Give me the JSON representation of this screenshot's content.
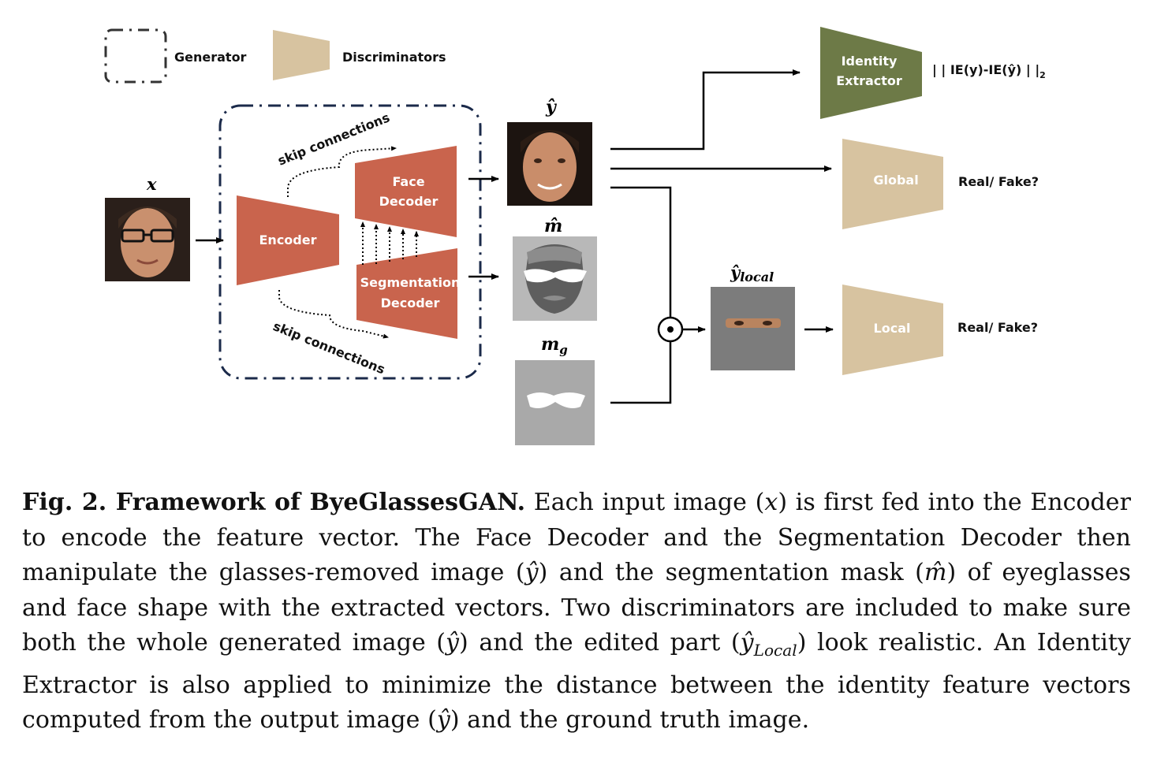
{
  "legend": {
    "generator_label": "Generator",
    "discriminators_label": "Discriminators"
  },
  "colors": {
    "generator_block": "#c9644d",
    "discriminator_block": "#d7c3a0",
    "identity_block": "#6d7a47",
    "generator_border": "#1b2a4a"
  },
  "blocks": {
    "encoder": "Encoder",
    "face_decoder": [
      "Face",
      "Decoder"
    ],
    "segmentation_decoder": [
      "Segmentation",
      "Decoder"
    ],
    "identity_extractor": [
      "Identity",
      "Extractor"
    ],
    "global": "Global",
    "local": "Local"
  },
  "skip": {
    "top": "skip connections",
    "bottom": "skip connections"
  },
  "symbols": {
    "x": "x",
    "y_hat": "ŷ",
    "m_hat": "m̂",
    "m_g": "m",
    "m_g_sub": "g",
    "y_local": "ŷ",
    "y_local_sub": "local",
    "multiply": "⊙"
  },
  "outputs": {
    "identity_loss": "| | IE(y)-IE(ŷ) | |",
    "identity_loss_sub": "2",
    "global": "Real/ Fake?",
    "local": "Real/ Fake?"
  },
  "images": {
    "input_face": "face-with-glasses",
    "output_face": "glasses-removed-face",
    "segmentation_mask": "segmentation-mask",
    "glasses_mask": "glasses-mask",
    "local_crop": "eye-region-crop"
  },
  "caption": {
    "label": "Fig. 2. Framework of ByeGlassesGAN.",
    "parts": [
      " Each input image (",
      "x",
      ") is first fed into the Encoder to encode the feature vector. The Face Decoder and the Segmentation Decoder then manipulate the glasses-removed image (",
      "ŷ",
      ") and the segmentation mask (",
      "m̂",
      ") of eyeglasses and face shape with the extracted vectors. Two discriminators are included to make sure both the whole generated image (",
      "ŷ",
      "Local",
      ") look realistic. An Identity Extractor is also applied to minimize the distance between the identity feature vectors computed from the output image (",
      "ŷ",
      ") and the ground truth image."
    ],
    "connector_and_edited": ") and the edited part ("
  }
}
